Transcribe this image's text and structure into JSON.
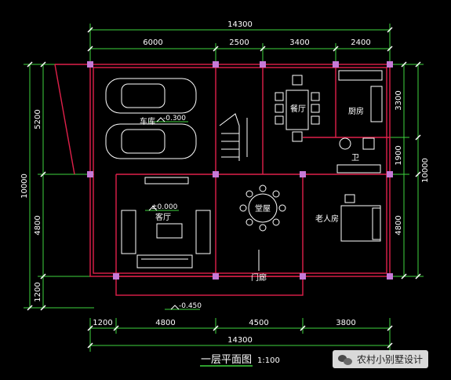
{
  "top_dims": {
    "total": "14300",
    "segments": [
      "6000",
      "2500",
      "3400",
      "2400"
    ]
  },
  "bottom_dims": {
    "total": "14300",
    "segments": [
      "1200",
      "4800",
      "4500",
      "3800"
    ]
  },
  "left_dims": {
    "total": "10000",
    "segments": [
      "5200",
      "4800",
      "1200"
    ]
  },
  "right_dims": {
    "total": "10000",
    "segments": [
      "3300",
      "1900",
      "4800"
    ]
  },
  "rooms": {
    "garage": "车库",
    "dining": "餐厅",
    "kitchen": "厨房",
    "bath": "卫",
    "living": "客厅",
    "hall": "堂屋",
    "elder_room": "老人房",
    "porch": "门廊"
  },
  "levels": {
    "garage": "-0.300",
    "living": "±0.000",
    "outside": "-0.450"
  },
  "title": "一层平面图",
  "scale": "1:100",
  "watermark": "农村小别墅设计"
}
